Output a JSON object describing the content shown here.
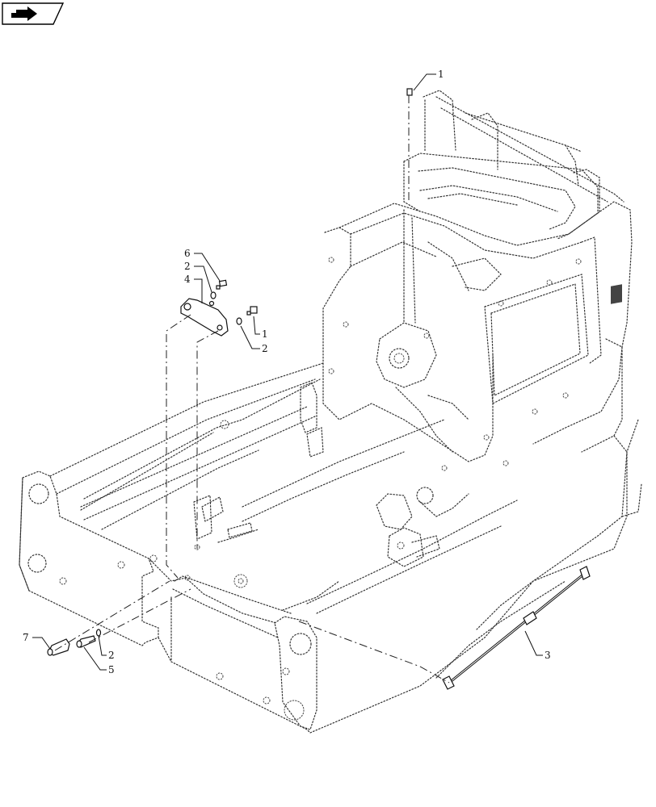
{
  "nav_badge": {
    "icon": "forward-arrow-icon"
  },
  "callouts": {
    "c1_top": "1",
    "c6": "6",
    "c2_upper": "2",
    "c4": "4",
    "c1_mid": "1",
    "c2_mid": "2",
    "c7": "7",
    "c2_lower": "2",
    "c5": "5",
    "c3": "3"
  }
}
